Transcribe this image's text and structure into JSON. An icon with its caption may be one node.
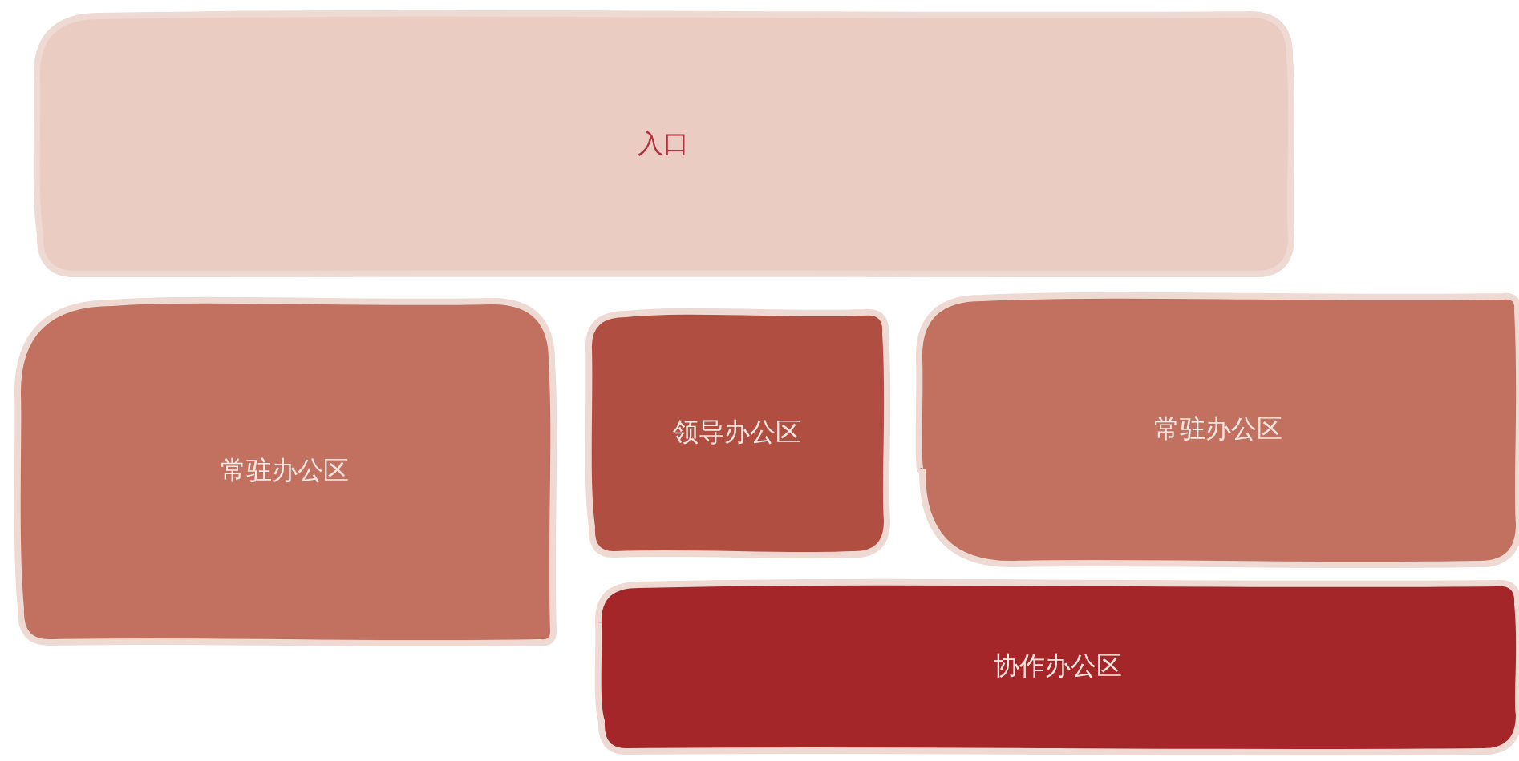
{
  "diagram": {
    "nodes": [
      {
        "text": [
          "入口"
        ]
      },
      {
        "text": [
          "常驻办公区"
        ]
      },
      {
        "text": [
          "领导办公区"
        ]
      },
      {
        "text": [
          "常驻办公区"
        ]
      },
      {
        "text": [
          "协作办公区"
        ]
      }
    ]
  }
}
